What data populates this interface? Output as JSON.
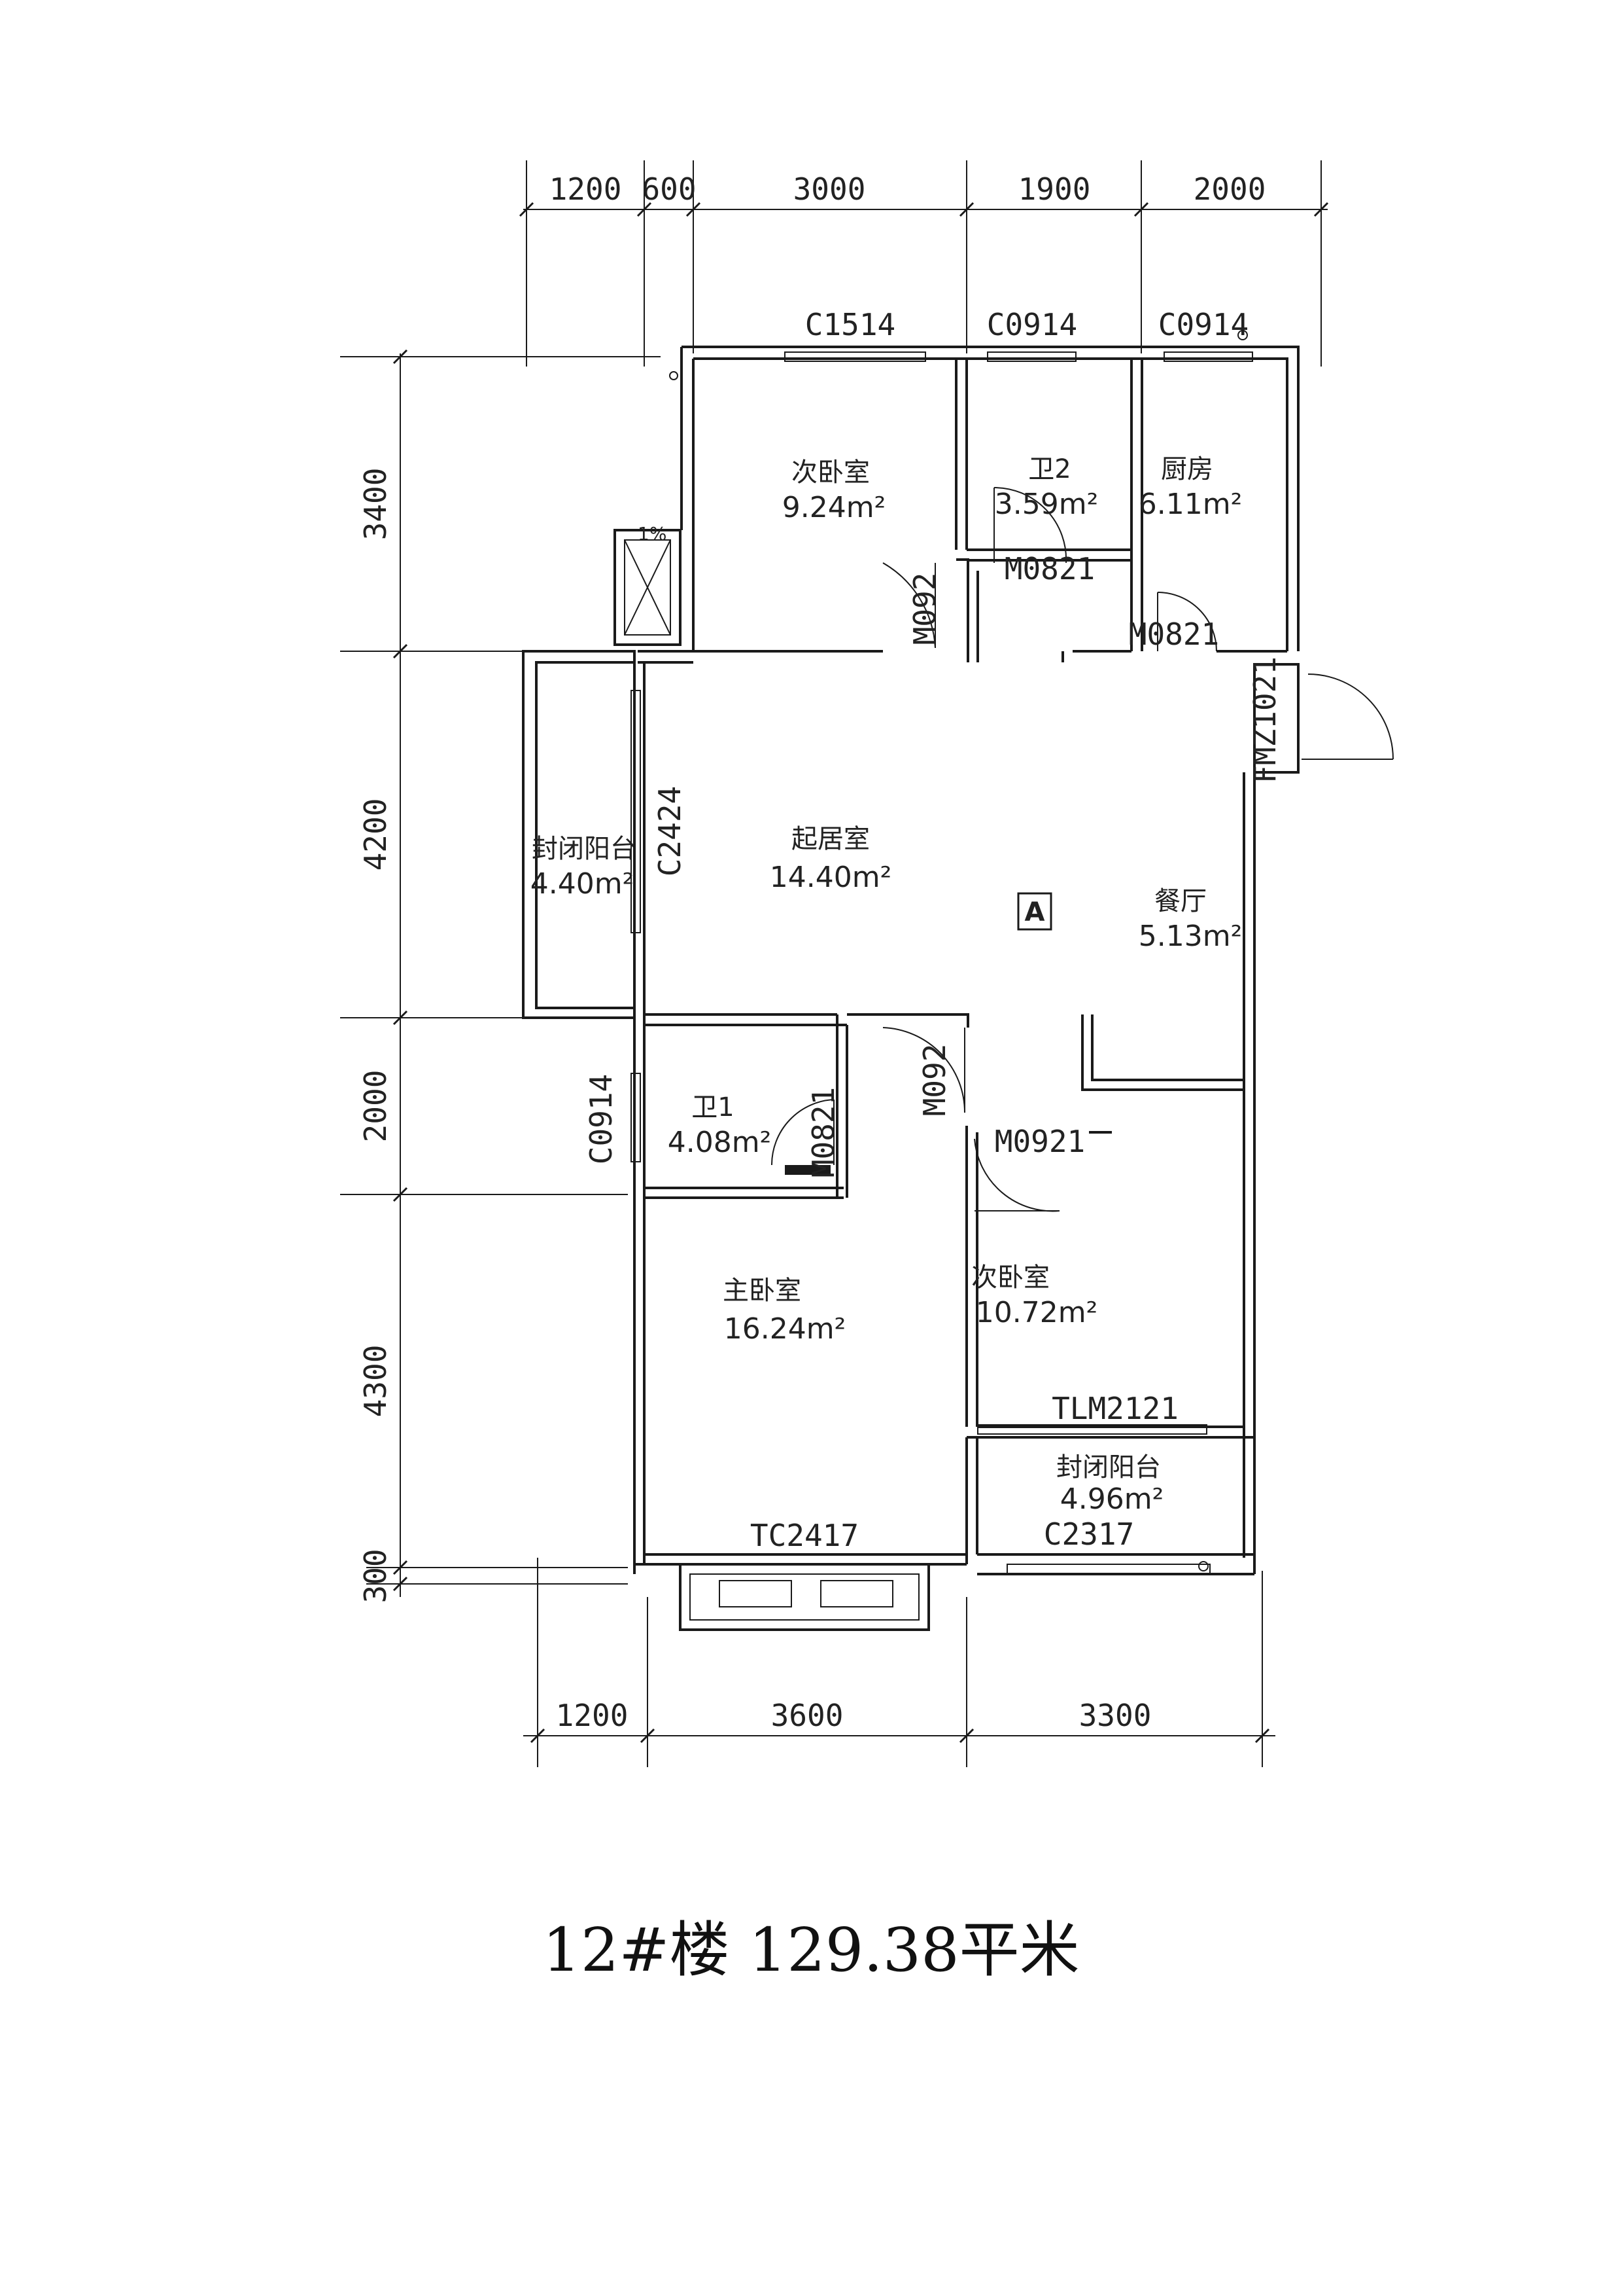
{
  "caption": "12#楼 129.38平米",
  "dims_top": [
    "1200",
    "600",
    "3000",
    "1900",
    "2000"
  ],
  "dims_bottom": [
    "1200",
    "3600",
    "3300"
  ],
  "dims_left": [
    "3400",
    "4200",
    "2000",
    "4300",
    "300"
  ],
  "windows": {
    "c1514": "C1514",
    "c0914a": "C0914",
    "c0914b": "C0914",
    "c2424": "C2424",
    "c0914c": "C0914",
    "tc2417": "TC2417",
    "tlm2121": "TLM2121",
    "c2317": "C2317"
  },
  "doors": {
    "m092a": "M092",
    "m0821a": "M0821",
    "m0821b": "M0821",
    "fmz1021": "FMZ1021",
    "m092b": "M092",
    "m0921": "M0921",
    "m0821c": "M0821"
  },
  "rooms": {
    "bedroom2_top": {
      "name": "次卧室",
      "area": "9.24m²"
    },
    "bath2": {
      "name": "卫2",
      "area": "3.59m²"
    },
    "kitchen": {
      "name": "厨房",
      "area": "6.11m²"
    },
    "balcony_left": {
      "name": "封闭阳台",
      "area": "4.40m²"
    },
    "living": {
      "name": "起居室",
      "area": "14.40m²"
    },
    "dining": {
      "name": "餐厅",
      "area": "5.13m²"
    },
    "bath1": {
      "name": "卫1",
      "area": "4.08m²"
    },
    "master": {
      "name": "主卧室",
      "area": "16.24m²"
    },
    "bedroom2_bottom": {
      "name": "次卧室",
      "area": "10.72m²"
    },
    "balcony_bottom": {
      "name": "封闭阳台",
      "area": "4.96m²"
    }
  },
  "unit_tag": "A",
  "drain_slope": "1%"
}
